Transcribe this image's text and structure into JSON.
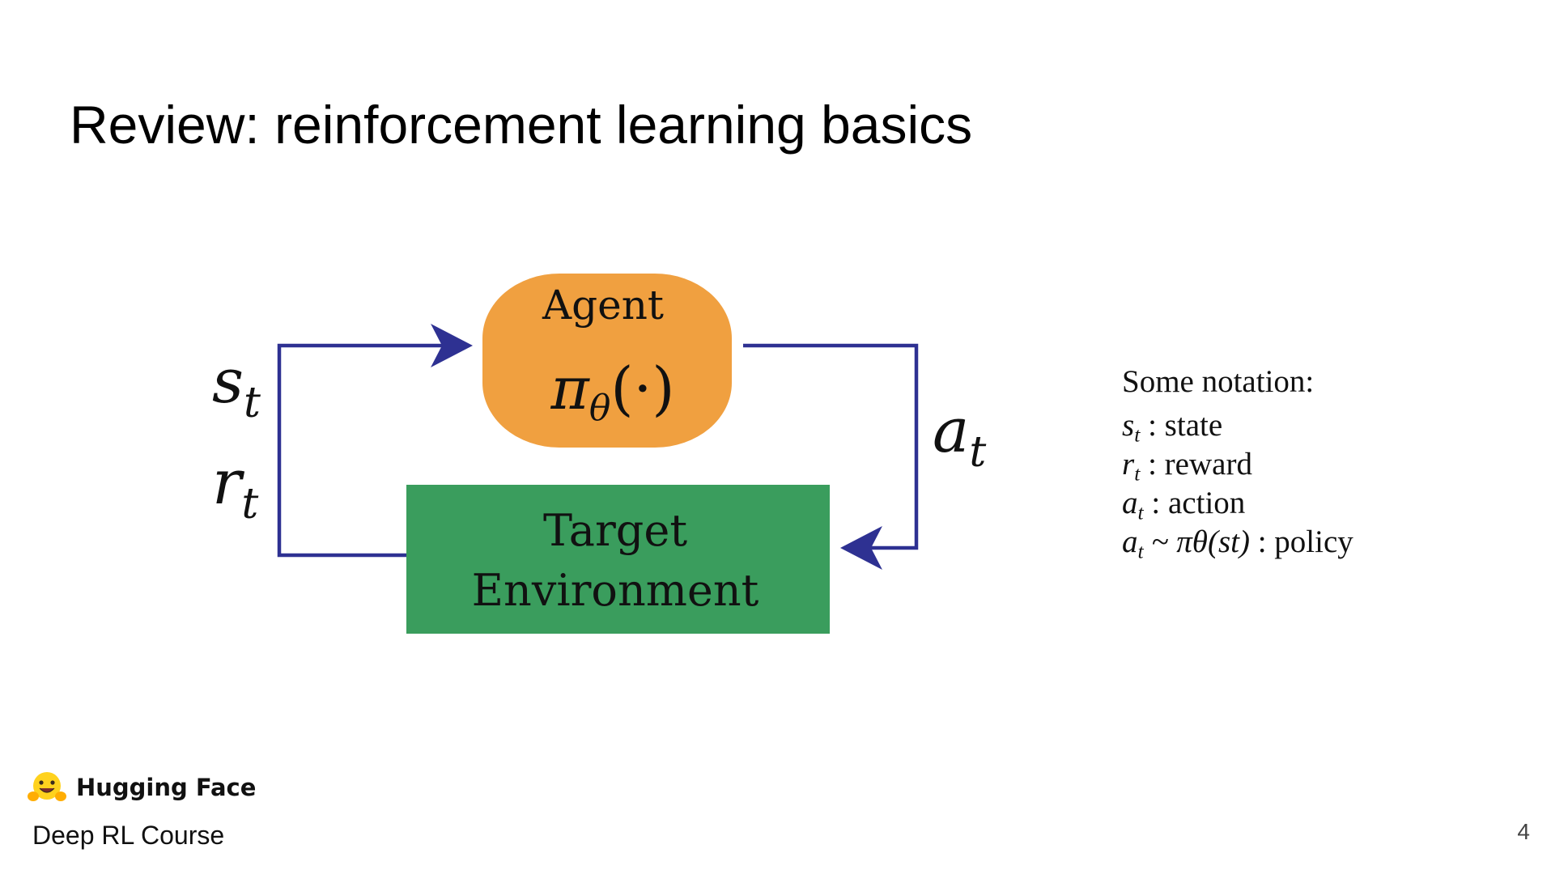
{
  "slide": {
    "title": "Review: reinforcement learning basics",
    "page_number": "4"
  },
  "diagram": {
    "agent": {
      "label": "Agent",
      "policy": "πθ(·)",
      "color": "#F0A040"
    },
    "environment": {
      "label_line1": "Target",
      "label_line2": "Environment",
      "color": "#3A9D5D"
    },
    "arrow_color": "#2E3192",
    "labels": {
      "state": "st",
      "reward": "rt",
      "action": "at"
    }
  },
  "notation": {
    "heading": "Some notation:",
    "items": [
      {
        "symbol": "s",
        "sub": "t",
        "text": " : state"
      },
      {
        "symbol": "r",
        "sub": "t",
        "text": " : reward"
      },
      {
        "symbol": "a",
        "sub": "t",
        "text": " : action"
      },
      {
        "symbol": "a",
        "sub": "t",
        "text": " : policy",
        "rhs": " ~ πθ(st)"
      }
    ]
  },
  "footer": {
    "brand": "Hugging Face",
    "course": "Deep RL Course",
    "logo_icon": "hugging-face-emoji-icon"
  }
}
